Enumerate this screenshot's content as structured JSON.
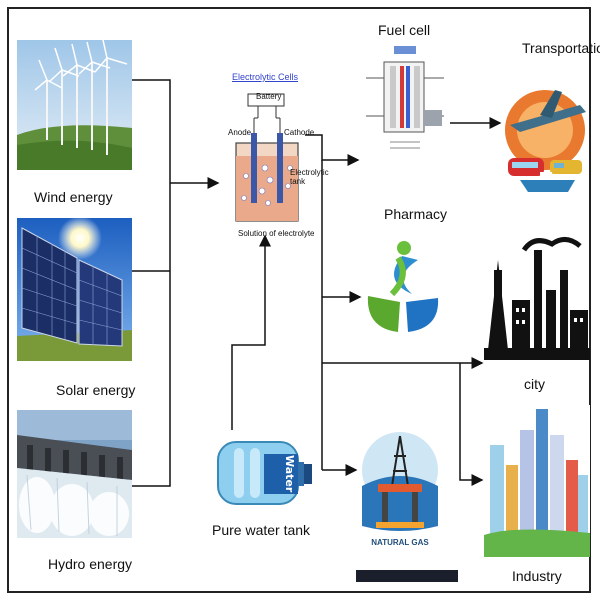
{
  "labels": {
    "wind": "Wind energy",
    "solar": "Solar energy",
    "hydro": "Hydro energy",
    "electrolytic_title": "Electrolytic Cells",
    "battery": "Battery",
    "anode": "Anode",
    "cathode": "Cathode",
    "electrolytic_tank": "Electrolytic tank",
    "solution": "Solution of electrolyte",
    "fuel_cell": "Fuel cell",
    "transportation": "Transportation",
    "pharmacy": "Pharmacy",
    "city": "city",
    "pure_water": "Pure water tank",
    "water": "Water",
    "natural_gas": "NATURAL GAS",
    "industry": "Industry"
  }
}
